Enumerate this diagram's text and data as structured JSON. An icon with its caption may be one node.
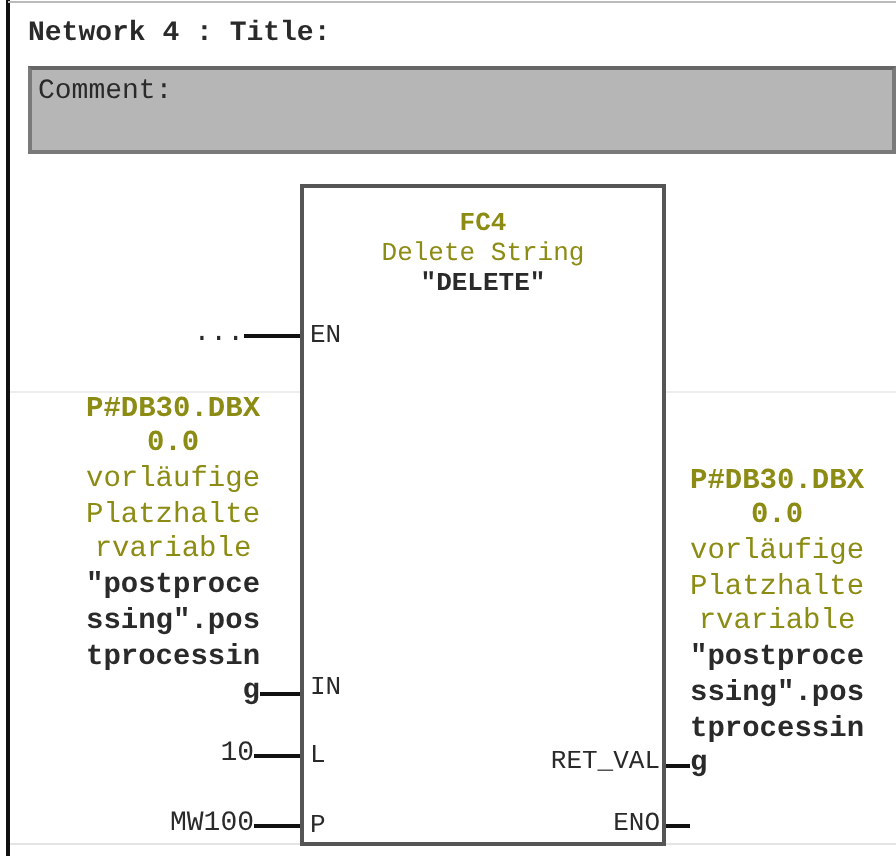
{
  "diagram": {
    "title": "Network 4 : Title:",
    "nodes": [
      {
        "text": [
          "Comment:"
        ]
      },
      {
        "text": [
          "FC4",
          "Delete String",
          "\"DELETE\""
        ]
      },
      {
        "text": [
          "..."
        ]
      },
      {
        "text": [
          "P#DB30.DBX 0.0",
          "vorläufige Platzhaltervariable",
          "\"postprocessing\".postprocessing"
        ]
      },
      {
        "text": [
          "10"
        ]
      },
      {
        "text": [
          "MW100"
        ]
      },
      {
        "text": [
          "P#DB30.DBX 0.0",
          "vorläufige Platzhaltervariable",
          "\"postprocessing\".postprocessing"
        ]
      }
    ],
    "edges": [
      {
        "from": 2,
        "to": 1,
        "arrow": "none"
      },
      {
        "from": 3,
        "to": 1,
        "arrow": "none"
      },
      {
        "from": 4,
        "to": 1,
        "arrow": "none"
      },
      {
        "from": 5,
        "to": 1,
        "arrow": "none"
      },
      {
        "from": 1,
        "to": 6,
        "arrow": "none"
      },
      {
        "from": 1,
        "to": null,
        "arrow": "none"
      }
    ],
    "labels": [
      "EN",
      "IN",
      "L",
      "P",
      "RET_VAL",
      "ENO"
    ]
  }
}
